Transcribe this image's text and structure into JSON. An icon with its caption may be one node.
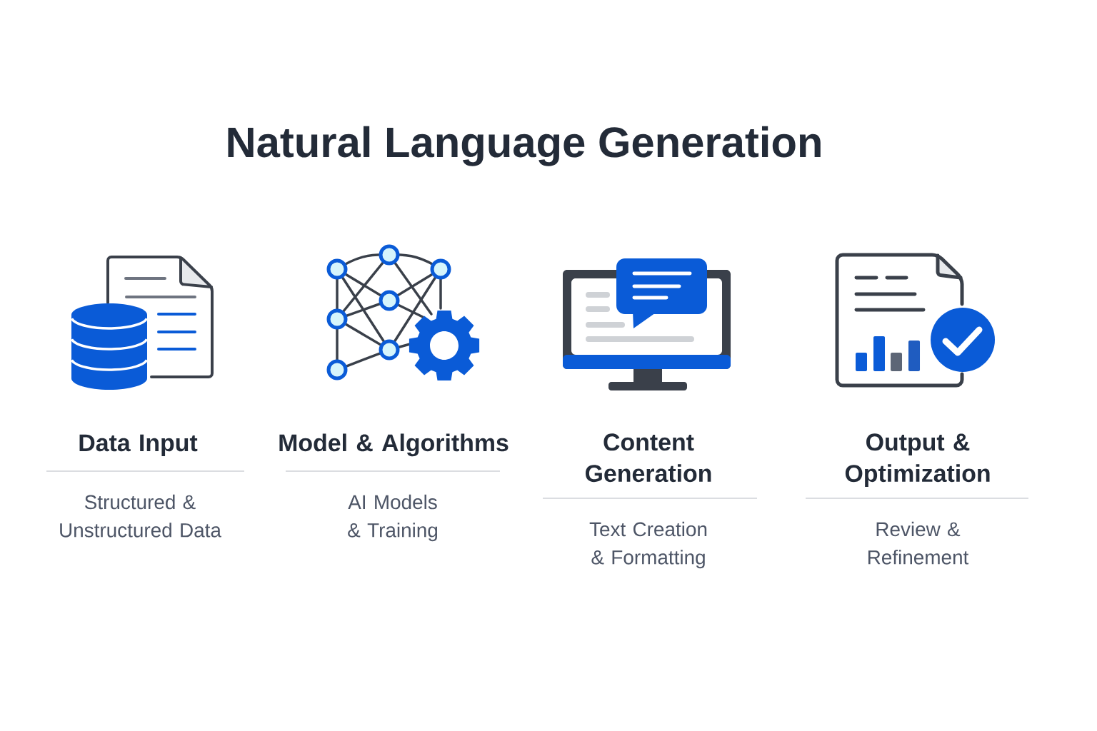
{
  "diagram": {
    "title": "Natural Language Generation",
    "labels": [
      "Data Input",
      "Structured & Unstructured Data",
      "Model & Algorithms",
      "AI Models & Training",
      "Content Generation",
      "Text Creation & Formatting",
      "Output & Optimization",
      "Review & Refinement"
    ]
  }
}
